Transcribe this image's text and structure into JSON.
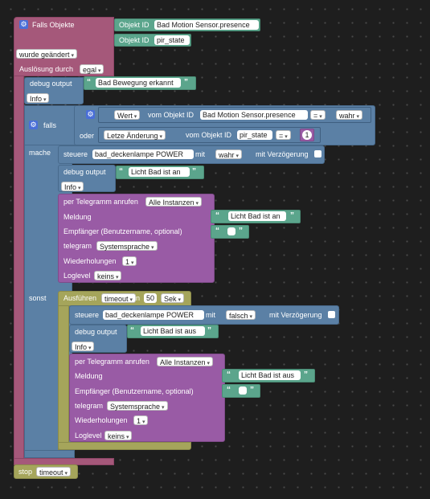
{
  "if_objects": {
    "title": "Falls Objekte",
    "id_label": "Objekt ID",
    "id1": "Bad Motion Sensor.presence",
    "id2": "pir_state",
    "trigger": "wurde geändert",
    "ausloesung_label": "Auslösung durch",
    "ausloesung_value": "egal"
  },
  "debug1": {
    "label": "debug output",
    "text": "Bad Bewegung erkannt",
    "level": "Info"
  },
  "falls": {
    "label": "falls",
    "wert_label": "Wert",
    "vom_objekt": "vom Objekt ID",
    "obj1": "Bad Motion Sensor.presence",
    "eq": "=",
    "wahr": "wahr",
    "oder": "oder",
    "letzte": "Letze Änderung",
    "obj2": "pir_state",
    "num": "1",
    "mache": "mache",
    "sonst": "sonst"
  },
  "mache": {
    "steuere": "steuere",
    "obj": "bad_deckenlampe POWER",
    "mit": "mit",
    "value": "wahr",
    "verz": "mit Verzögerung",
    "debug_label": "debug output",
    "debug_text": "Licht Bad ist an",
    "debug_level": "Info",
    "tg_title": "per Telegramm anrufen",
    "tg_inst": "Alle Instanzen",
    "meldung": "Meldung",
    "meldung_text": "Licht Bad ist an",
    "empf": "Empfänger (Benutzername, optional)",
    "telegram": "telegram",
    "telegram_val": "Systemsprache",
    "wdh": "Wiederholungen",
    "wdh_val": "1",
    "loglevel": "Loglevel",
    "loglevel_val": "keins"
  },
  "timeout": {
    "label": "Ausführen",
    "name": "timeout",
    "in": "in",
    "val": "50",
    "unit": "Sek"
  },
  "sonst": {
    "steuere": "steuere",
    "obj": "bad_deckenlampe POWER",
    "mit": "mit",
    "value": "falsch",
    "verz": "mit Verzögerung",
    "debug_label": "debug output",
    "debug_text": "Licht Bad ist aus",
    "debug_level": "Info",
    "tg_title": "per Telegramm anrufen",
    "tg_inst": "Alle Instanzen",
    "meldung": "Meldung",
    "meldung_text": "Licht Bad ist aus",
    "empf": "Empfänger (Benutzername, optional)",
    "telegram": "telegram",
    "telegram_val": "Systemsprache",
    "wdh": "Wiederholungen",
    "wdh_val": "1",
    "loglevel": "Loglevel",
    "loglevel_val": "keins"
  },
  "stop": {
    "label": "stop",
    "value": "timeout"
  },
  "colors": {
    "event": "#a5587a",
    "logic": "#5b80a5",
    "action": "#995ba5",
    "timer": "#a5a55b",
    "text": "#5ba58c"
  }
}
